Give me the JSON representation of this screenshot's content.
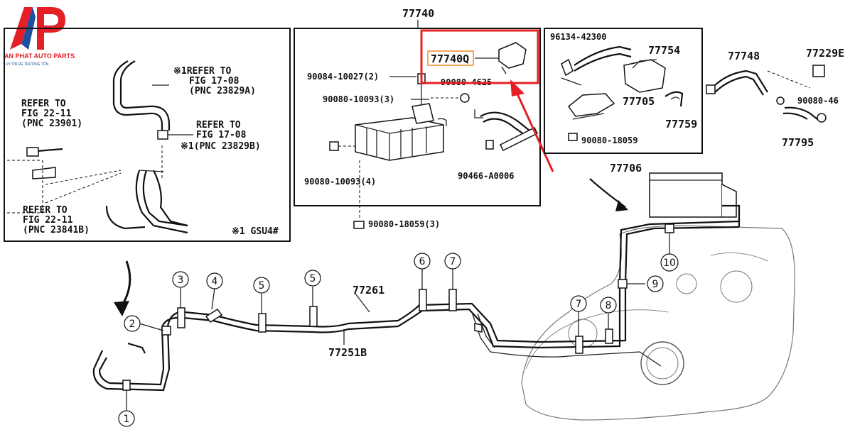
{
  "logo": {
    "brand": "AN PHAT AUTO PARTS",
    "tagline": "UY TÍN ĐỂ TRƯỜNG TỒN"
  },
  "left_box": {
    "refer_a": {
      "line1": "※1REFER TO",
      "line2": "FIG 17-08",
      "line3": "(PNC 23829A)"
    },
    "refer_b": {
      "line1": "REFER TO",
      "line2": "FIG 17-08",
      "line3": "※1(PNC 23829B)"
    },
    "refer_c": {
      "line1": "REFER TO",
      "line2": "FIG 22-11",
      "line3": "(PNC 23901)"
    },
    "refer_d": {
      "line1": "REFER TO",
      "line2": "FIG 22-11",
      "line3": "(PNC 23841B)"
    },
    "note": "※1 GSU4#"
  },
  "middle_box": {
    "title": "77740",
    "highlight_label": "77740Q",
    "parts": [
      "90084-10027(2)",
      "90080-10093(3)",
      "90080-4625",
      "90080-10093(4)",
      "90466-A0006",
      "90080-18059(3)"
    ]
  },
  "right_box": {
    "title": "77706",
    "parts": [
      "96134-42300",
      "77754",
      "77705",
      "77759",
      "90080-18059"
    ]
  },
  "far_right": {
    "parts": [
      "77748",
      "77229E",
      "90080-46",
      "77795"
    ]
  },
  "pipes": {
    "upper": "77261",
    "lower": "77251B"
  },
  "callouts": [
    "1",
    "2",
    "3",
    "4",
    "5",
    "5",
    "6",
    "7",
    "7",
    "8",
    "9",
    "10"
  ],
  "colors": {
    "highlight": "#e41f26",
    "highlight_label": "#f28c28",
    "logo_blue": "#1f4fa0"
  }
}
